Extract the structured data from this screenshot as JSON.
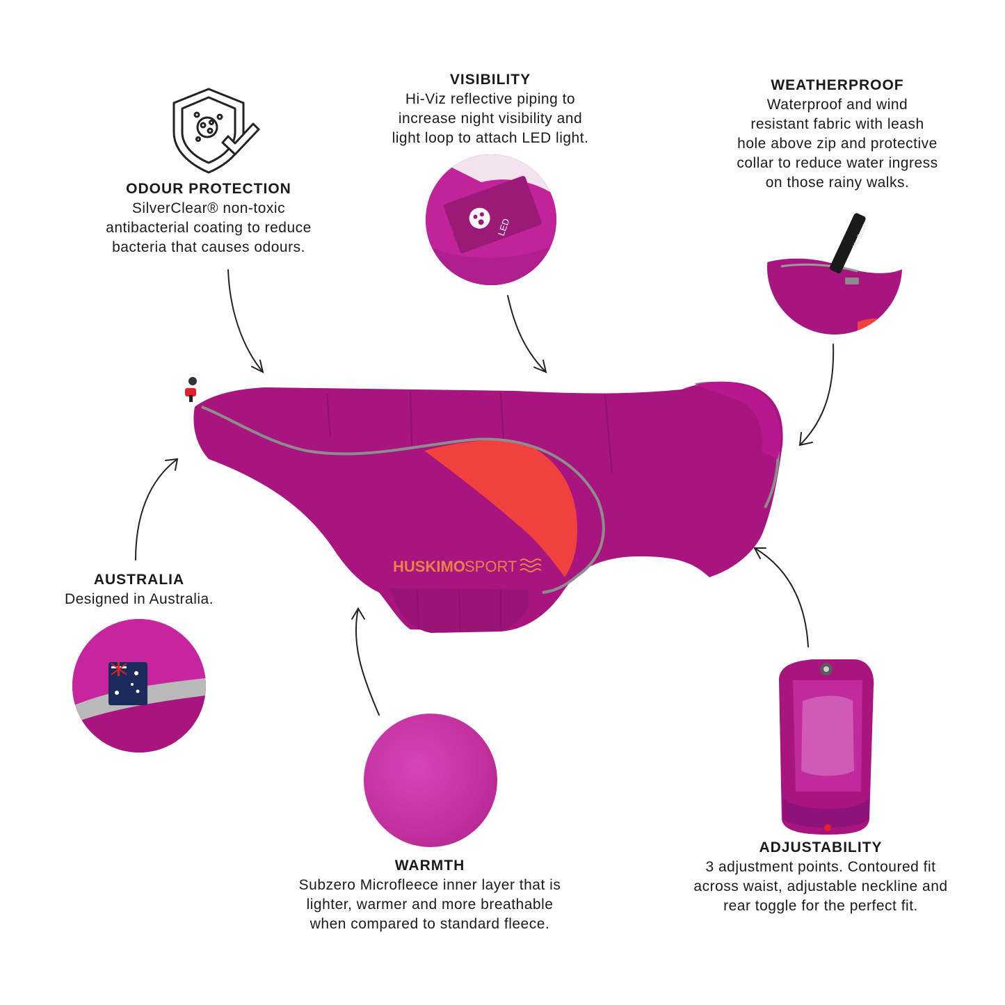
{
  "features": {
    "odour": {
      "title": "ODOUR PROTECTION",
      "lines": [
        "SilverClear® non-toxic",
        "antibacterial coating to reduce",
        "bacteria that causes odours."
      ]
    },
    "visibility": {
      "title": "VISIBILITY",
      "lines": [
        "Hi-Viz reflective piping to",
        "increase night visibility and",
        "light loop to attach LED light."
      ]
    },
    "weatherproof": {
      "title": "WEATHERPROOF",
      "lines": [
        "Waterproof and wind",
        "resistant fabric with leash",
        "hole above zip and protective",
        "collar to reduce water ingress",
        "on those rainy walks."
      ]
    },
    "australia": {
      "title": "AUSTRALIA",
      "lines": [
        "Designed in Australia."
      ]
    },
    "warmth": {
      "title": "WARMTH",
      "lines": [
        "Subzero Microfleece inner layer that is",
        "lighter, warmer and more breathable",
        "when compared to standard fleece."
      ]
    },
    "adjustability": {
      "title": "ADJUSTABILITY",
      "lines": [
        "3 adjustment points. Contoured fit",
        "across waist, adjustable neckline and",
        "rear toggle for the perfect fit."
      ]
    }
  },
  "product": {
    "brand_bold": "HUSKIMO",
    "brand_light": "SPORT",
    "loop_label": "LED",
    "leash_label": "Hu-Sport"
  },
  "colors": {
    "magenta": "#a8157f",
    "magenta_light": "#c42a9e",
    "coral": "#f0413e",
    "piping": "#8d8d8d"
  },
  "icons": [
    "shield-check-icon",
    "paw-icon",
    "wave-icon",
    "australia-flag-icon"
  ]
}
